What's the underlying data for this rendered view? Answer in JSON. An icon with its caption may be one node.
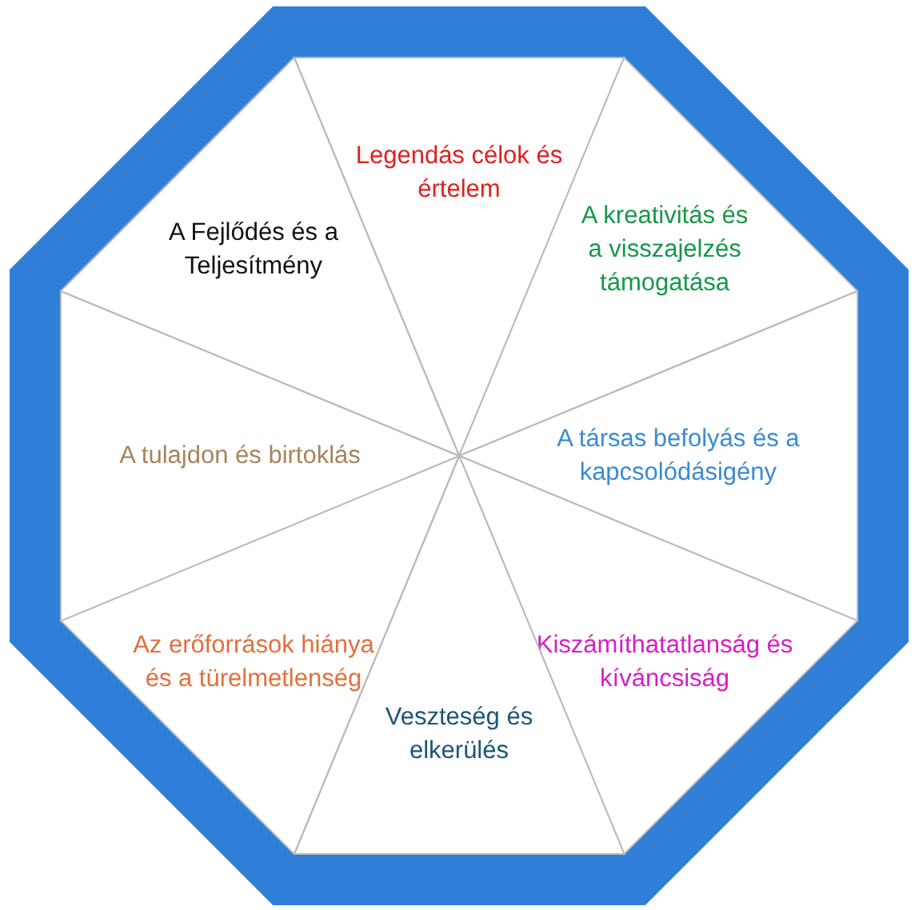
{
  "diagram": {
    "nodes": [
      {
        "text": [
          "Legendás célok és értelem"
        ]
      },
      {
        "text": [
          "A kreativitás és a visszajelzés támogatása"
        ]
      },
      {
        "text": [
          "A társas befolyás és a kapcsolódásigény"
        ]
      },
      {
        "text": [
          "Kiszámíthatatlanság és kíváncsiság"
        ]
      },
      {
        "text": [
          "Veszteség és elkerülés"
        ]
      },
      {
        "text": [
          "Az erőforrások hiánya és a türelmetlenség"
        ]
      },
      {
        "text": [
          "A tulajdon és birtoklás"
        ]
      },
      {
        "text": [
          "A Fejlődés és a Teljesítmény"
        ]
      }
    ],
    "edges": []
  }
}
